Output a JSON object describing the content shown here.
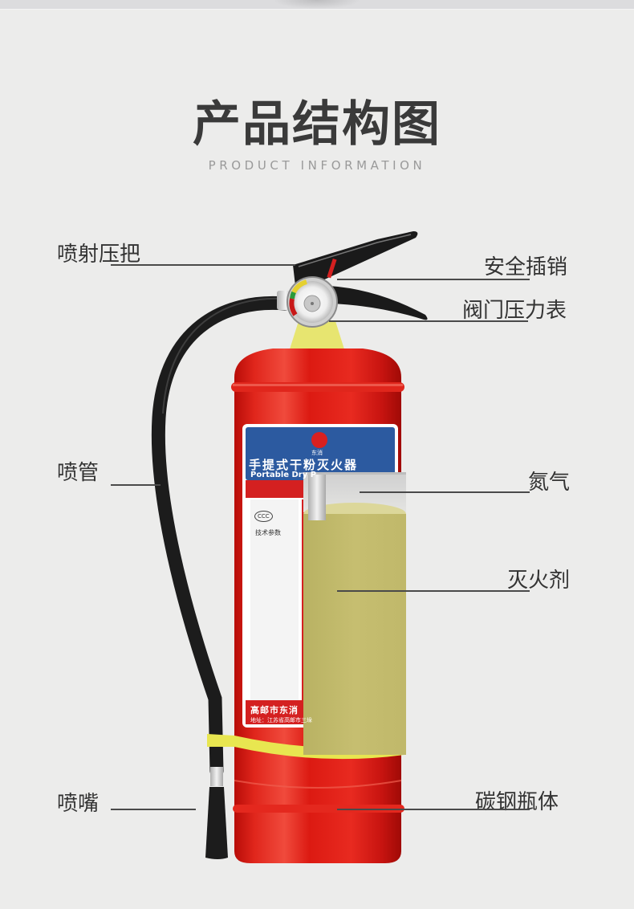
{
  "header": {
    "title": "产品结构图",
    "subtitle": "PRODUCT INFORMATION"
  },
  "parts": {
    "spray_handle": "喷射压把",
    "safety_pin": "安全插销",
    "valve_gauge": "阀门压力表",
    "hose": "喷管",
    "nitrogen": "氮气",
    "extinguishing_agent": "灭火剂",
    "nozzle": "喷嘴",
    "steel_body": "碳钢瓶体"
  },
  "product_label": {
    "name_cn": "手提式干粉灭火器",
    "name_en": "Portable Dry P",
    "brand": "东消",
    "certification": "CCC",
    "specs_heading": "技术参数",
    "maker": "高邮市东消",
    "address": "地址：江苏省高邮市三垛"
  },
  "colors": {
    "cylinder_red": "#d8140f",
    "agent_fill": "#c4bc6c",
    "label_blue": "#2c5aa0",
    "band_yellow": "#e8e650",
    "hose_black": "#1c1c1c"
  }
}
